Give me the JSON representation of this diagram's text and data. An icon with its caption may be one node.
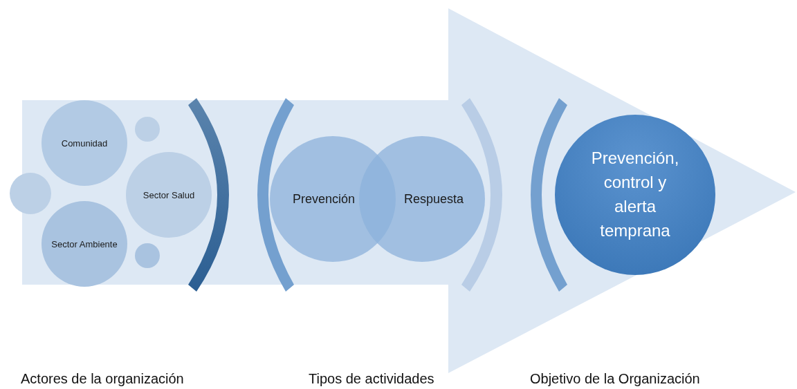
{
  "diagram": {
    "nodes": [
      {
        "text": [],
        "shape": "circle"
      },
      {
        "text": [
          "Comunidad"
        ]
      },
      {
        "text": [],
        "shape": "circle"
      },
      {
        "text": [
          "Sector Salud"
        ]
      },
      {
        "text": [
          "Sector Ambiente"
        ]
      },
      {
        "text": [],
        "shape": "circle"
      },
      {
        "text": [
          "Prevención"
        ]
      },
      {
        "text": [
          "Respuesta"
        ]
      },
      {
        "text": [
          "Prevención, control y alerta temprana"
        ]
      }
    ],
    "edges": [],
    "labels": [
      "Actores de la organización",
      "Tipos de actividades",
      "Objetivo de la Organización"
    ]
  }
}
